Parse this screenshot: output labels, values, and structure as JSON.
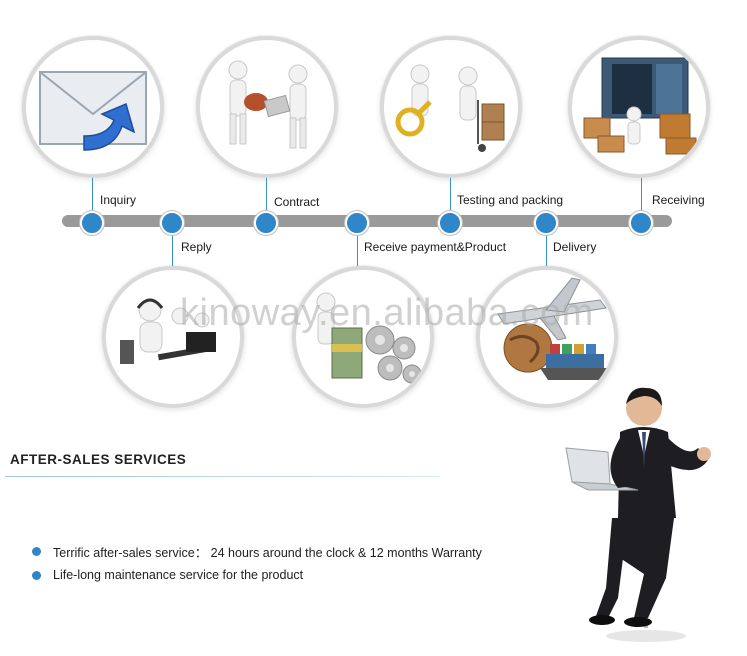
{
  "steps": {
    "inquiry": "Inquiry",
    "reply": "Reply",
    "contract": "Contract",
    "receive_payment": "Receive payment&Product",
    "testing_packing": "Testing and packing",
    "delivery": "Delivery",
    "receiving": "Receiving"
  },
  "watermark": "kinoway.en.alibaba.com",
  "after_sales": {
    "title": "AFTER-SALES SERVICES",
    "items": [
      "Terrific after-sales service： 24 hours around the clock & 12 months Warranty",
      "Life-long maintenance service for the product"
    ]
  },
  "colors": {
    "accent": "#2f86c8",
    "timeline_bar": "#9a9a9a"
  },
  "icons": [
    "envelope-icon",
    "handshake-icon",
    "magnifier-icon",
    "containers-icon",
    "call-center-icon",
    "money-gears-icon",
    "airplane-globe-icon"
  ]
}
